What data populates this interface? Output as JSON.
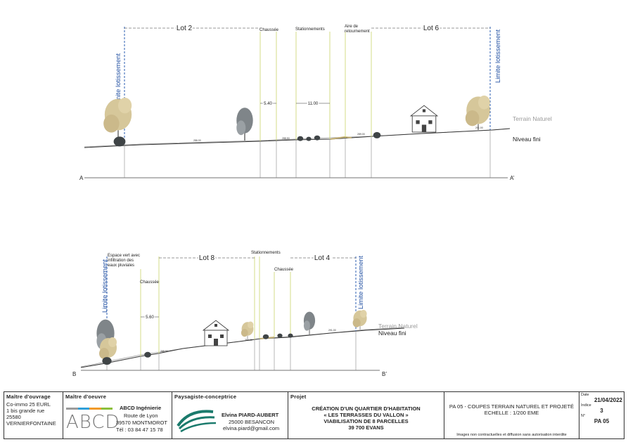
{
  "section_aa": {
    "start_label": "A",
    "end_label": "A’",
    "lot_left": "Lot 2",
    "lot_right": "Lot 6",
    "chaussee": "Chaussée",
    "stationnements": "Stationnements",
    "aire_line1": "Aire de",
    "aire_line2": "retournement",
    "dim_chaussee": "5.40",
    "dim_stationnements": "11.00",
    "limite_left": "Limite lotissement",
    "limite_right": "Limite lotissement",
    "terrain_naturel": "Terrain Naturel",
    "niveau_fini": "Niveau fini",
    "elevations": [
      "286.00",
      "288.50",
      "289.00",
      "291.00",
      "292.20"
    ]
  },
  "section_bb": {
    "start_label": "B",
    "end_label": "B’",
    "espace_line1": "Espace vert avec",
    "espace_line2": "infiltration des",
    "espace_line3": "eaux pluviales",
    "chaussee_left": "Chaussée",
    "lot_left": "Lot 8",
    "stationnements": "Stationnements",
    "lot_right": "Lot 4",
    "chaussee_right": "Chaussée",
    "dim_chaussee": "5.60",
    "limite_left": "Limite lotissement",
    "limite_right": "Limite lotissement",
    "terrain_naturel": "Terrain Naturel",
    "niveau_fini": "Niveau fini",
    "elevations": [
      "285.00",
      "288.00",
      "291.00"
    ]
  },
  "cartouche": {
    "maitre_ouvrage": {
      "header": "Maître d'ouvrage",
      "lines": [
        "Co-immo 25 EURL",
        "1 bis grande rue",
        "25580",
        "VERNIERFONTAINE"
      ]
    },
    "maitre_oeuvre": {
      "header": "Maître d'oeuvre",
      "logo": "ABCD",
      "company": "ABCD Ingénierie",
      "lines": [
        "Route de Lyon",
        "39570 MONTMOROT",
        "Tél : 03 84 47 15 78"
      ],
      "colors": [
        "#9b9b9b",
        "#2f9fd8",
        "#f09a2a",
        "#8bbf3c"
      ]
    },
    "paysagiste": {
      "header": "Paysagiste-conceptrice",
      "name": "Elvina PIARD-AUBERT",
      "lines": [
        "25000 BESANCON",
        "elvina.piard@gmail.com"
      ],
      "logo_color": "#1a7a6c"
    },
    "projet": {
      "header": "Projet",
      "lines": [
        "CRÉATION D'UN QUARTIER D'HABITATION",
        "« LES TERRASSES DU VALLON »",
        "VIABILISATION DE 8 PARCELLES",
        "39 700 EVANS"
      ]
    },
    "planche": {
      "title": "PA 05 - COUPES TERRAIN NATUREL ET PROJETÉ",
      "echelle": "ECHELLE : 1/200 EME",
      "note": "Images non contractuelles et diffusion sans autorisation interdite"
    },
    "meta": {
      "date_label": "Date",
      "date": "21/04/2022",
      "indice_label": "Indice",
      "indice": "3",
      "num_label": "N°",
      "num": "PA 05"
    }
  }
}
